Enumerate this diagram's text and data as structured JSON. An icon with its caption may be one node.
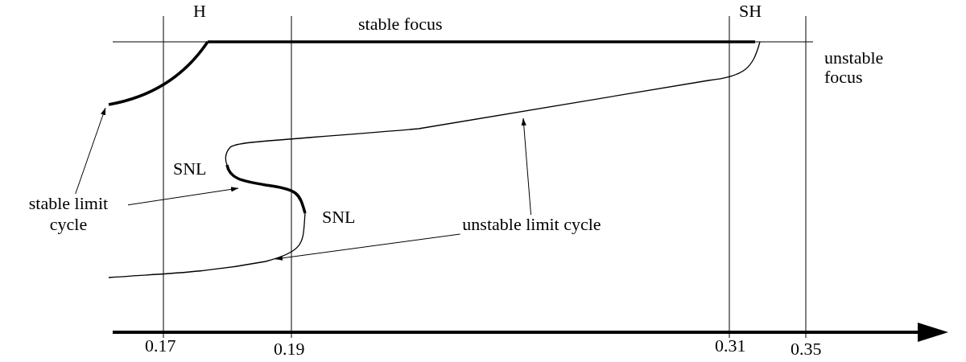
{
  "diagram": {
    "nodes": [
      {
        "text": [
          "stable limit cycle"
        ]
      },
      {
        "text": [],
        "shape": "curve"
      },
      {
        "text": [],
        "shape": "curve"
      },
      {
        "text": [
          "unstable limit cycle"
        ]
      },
      {
        "text": [],
        "shape": "curve"
      },
      {
        "text": [],
        "shape": "curve"
      }
    ],
    "edges": [
      {
        "from": 0,
        "to": 1,
        "arrow": "to"
      },
      {
        "from": 0,
        "to": 2,
        "arrow": "to"
      },
      {
        "from": 3,
        "to": 4,
        "arrow": "to"
      },
      {
        "from": 3,
        "to": 5,
        "arrow": "to"
      }
    ],
    "labels": [
      "H",
      "stable focus",
      "SH",
      "unstable focus",
      "SNL",
      "SNL",
      "0.17",
      "0.19",
      "0.31",
      "0.35"
    ]
  }
}
